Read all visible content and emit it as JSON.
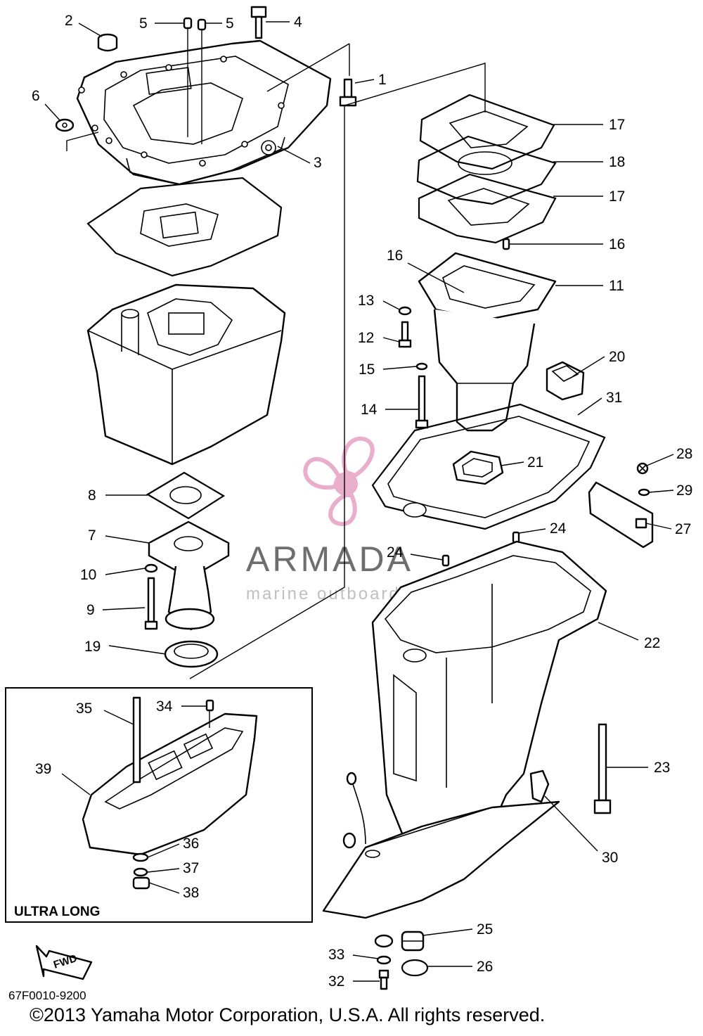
{
  "callouts": [
    {
      "id": "1",
      "text": "1"
    },
    {
      "id": "2",
      "text": "2"
    },
    {
      "id": "3",
      "text": "3"
    },
    {
      "id": "4",
      "text": "4"
    },
    {
      "id": "5a",
      "text": "5"
    },
    {
      "id": "5b",
      "text": "5"
    },
    {
      "id": "6",
      "text": "6"
    },
    {
      "id": "7",
      "text": "7"
    },
    {
      "id": "8",
      "text": "8"
    },
    {
      "id": "9",
      "text": "9"
    },
    {
      "id": "10",
      "text": "10"
    },
    {
      "id": "11",
      "text": "11"
    },
    {
      "id": "12",
      "text": "12"
    },
    {
      "id": "13",
      "text": "13"
    },
    {
      "id": "14",
      "text": "14"
    },
    {
      "id": "15",
      "text": "15"
    },
    {
      "id": "16a",
      "text": "16"
    },
    {
      "id": "16b",
      "text": "16"
    },
    {
      "id": "17a",
      "text": "17"
    },
    {
      "id": "17b",
      "text": "17"
    },
    {
      "id": "18",
      "text": "18"
    },
    {
      "id": "19",
      "text": "19"
    },
    {
      "id": "20",
      "text": "20"
    },
    {
      "id": "21",
      "text": "21"
    },
    {
      "id": "22",
      "text": "22"
    },
    {
      "id": "23",
      "text": "23"
    },
    {
      "id": "24a",
      "text": "24"
    },
    {
      "id": "24b",
      "text": "24"
    },
    {
      "id": "25",
      "text": "25"
    },
    {
      "id": "26",
      "text": "26"
    },
    {
      "id": "27",
      "text": "27"
    },
    {
      "id": "28",
      "text": "28"
    },
    {
      "id": "29",
      "text": "29"
    },
    {
      "id": "30",
      "text": "30"
    },
    {
      "id": "31",
      "text": "31"
    },
    {
      "id": "32",
      "text": "32"
    },
    {
      "id": "33",
      "text": "33"
    },
    {
      "id": "34",
      "text": "34"
    },
    {
      "id": "35",
      "text": "35"
    },
    {
      "id": "36",
      "text": "36"
    },
    {
      "id": "37",
      "text": "37"
    },
    {
      "id": "38",
      "text": "38"
    },
    {
      "id": "39",
      "text": "39"
    }
  ],
  "inset": {
    "label": "ULTRA LONG"
  },
  "direction_arrow": {
    "label": "FWD"
  },
  "watermark": {
    "brand": "ARMADA",
    "tagline": "marine outboards",
    "logo": "propeller-logo",
    "logo_color": "#e8a6c8"
  },
  "diagram_code": "67F0010-9200",
  "copyright": "©2013 Yamaha Motor Corporation, U.S.A. All rights reserved."
}
